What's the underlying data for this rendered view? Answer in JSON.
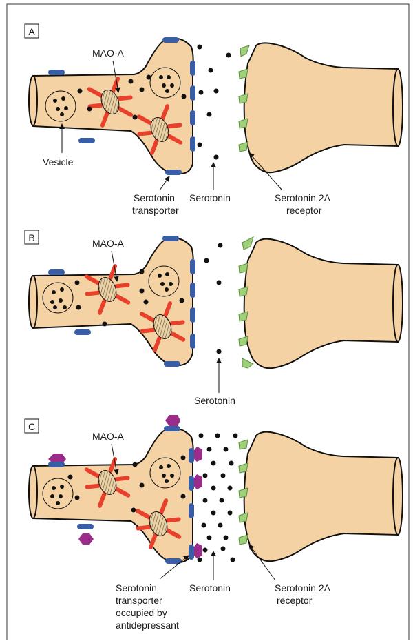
{
  "colors": {
    "neuron_fill": "#f5d2a4",
    "neuron_stroke": "#111111",
    "transporter": "#3a5ea6",
    "receptor": "#9fd07a",
    "receptor_stroke": "#5d8f3f",
    "mao_arm": "#e8402a",
    "mito_fill": "#e8d2a8",
    "antidepressant": "#9a2c8a",
    "dot": "#111111",
    "frame": "#333333"
  },
  "panels": [
    {
      "id": "A",
      "label": "A",
      "texts": {
        "mao": "MAO-A",
        "vesicle": "Vesicle",
        "transporter_line1": "Serotonin",
        "transporter_line2": "transporter",
        "serotonin": "Serotonin",
        "receptor_line1": "Serotonin 2A",
        "receptor_line2": "receptor"
      }
    },
    {
      "id": "B",
      "label": "B",
      "texts": {
        "mao": "MAO-A",
        "serotonin": "Serotonin"
      }
    },
    {
      "id": "C",
      "label": "C",
      "texts": {
        "mao": "MAO-A",
        "occupied_line1": "Serotonin",
        "occupied_line2": "transporter",
        "occupied_line3": "occupied by",
        "occupied_line4": "antidepressant",
        "serotonin": "Serotonin",
        "receptor_line1": "Serotonin 2A",
        "receptor_line2": "receptor"
      }
    }
  ]
}
